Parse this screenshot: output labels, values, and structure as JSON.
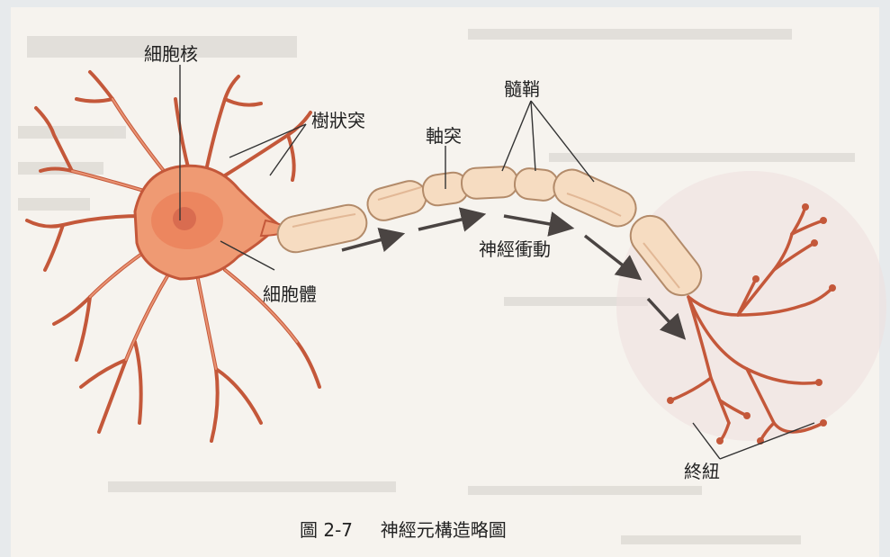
{
  "figure": {
    "caption_number": "圖 2-7",
    "caption_title": "神經元構造略圖"
  },
  "labels": {
    "nucleus": "細胞核",
    "dendrites": "樹狀突",
    "axon": "軸突",
    "myelin_sheath": "髓鞘",
    "nerve_impulse": "神經衝動",
    "cell_body": "細胞體",
    "terminal_buttons": "終紐"
  },
  "colors": {
    "paper": "#f6f3ee",
    "neuron_fill": "#ef9a73",
    "neuron_stroke": "#c4583a",
    "soma_core": "#e9774f",
    "myelin_fill": "#f6dcc1",
    "myelin_stroke": "#b38b6a",
    "arrow": "#4a4442"
  }
}
